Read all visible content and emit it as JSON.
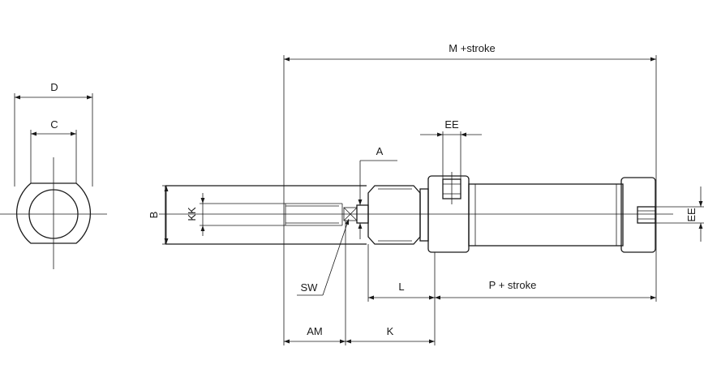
{
  "labels": {
    "d": "D",
    "c": "C",
    "b": "B",
    "kk": "KK",
    "a": "A",
    "ee_top": "EE",
    "ee_right": "EE",
    "m": "M +stroke",
    "sw": "SW",
    "l": "L",
    "p": "P + stroke",
    "am": "AM",
    "k": "K"
  }
}
